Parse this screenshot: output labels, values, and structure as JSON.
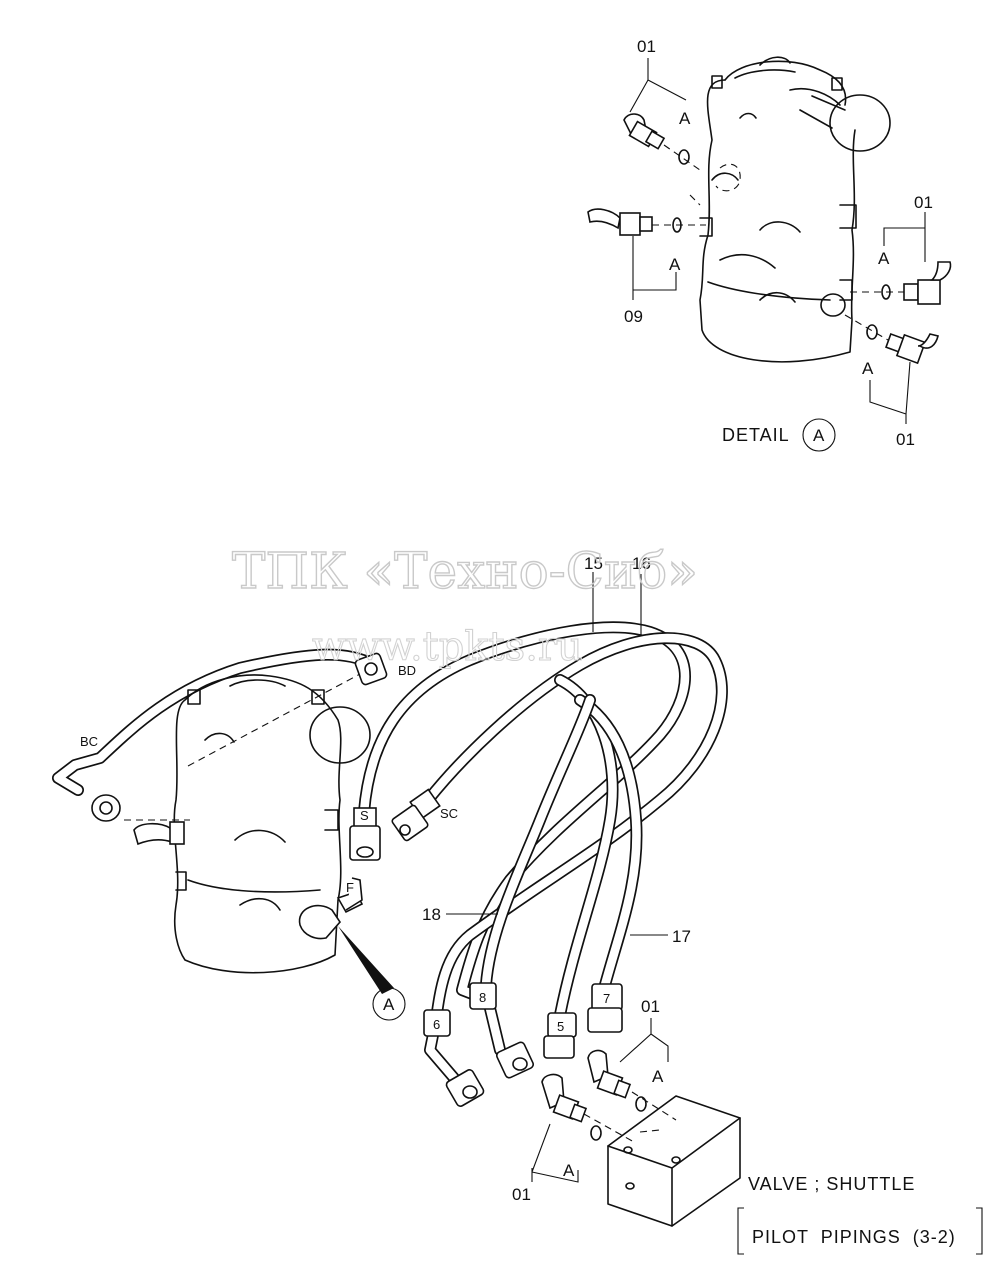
{
  "watermark": {
    "line1": "ТПК «Техно-Сиб»",
    "line2": "www.tpkts.ru"
  },
  "detail": {
    "title": "DETAIL",
    "marker": "A",
    "callouts": {
      "top_left": "01",
      "right_upper": "01",
      "right_lower": "01",
      "left": "09"
    },
    "oring_label": "A"
  },
  "main": {
    "port_labels": {
      "bd": "BD",
      "bc": "BC",
      "s": "S",
      "sc": "SC",
      "f": "F"
    },
    "hose_callouts": {
      "h15": "15",
      "h16": "16",
      "h17": "17",
      "h18": "18"
    },
    "hose_tags": {
      "t5": "5",
      "t6": "6",
      "t7": "7",
      "t8": "8"
    },
    "fitting_callouts": {
      "lower": "01",
      "upper": "01"
    },
    "oring_label": "A",
    "detail_marker": "A"
  },
  "caption": {
    "line1": "VALVE ; SHUTTLE",
    "line2": "PILOT PIPINGS (3-2)"
  }
}
